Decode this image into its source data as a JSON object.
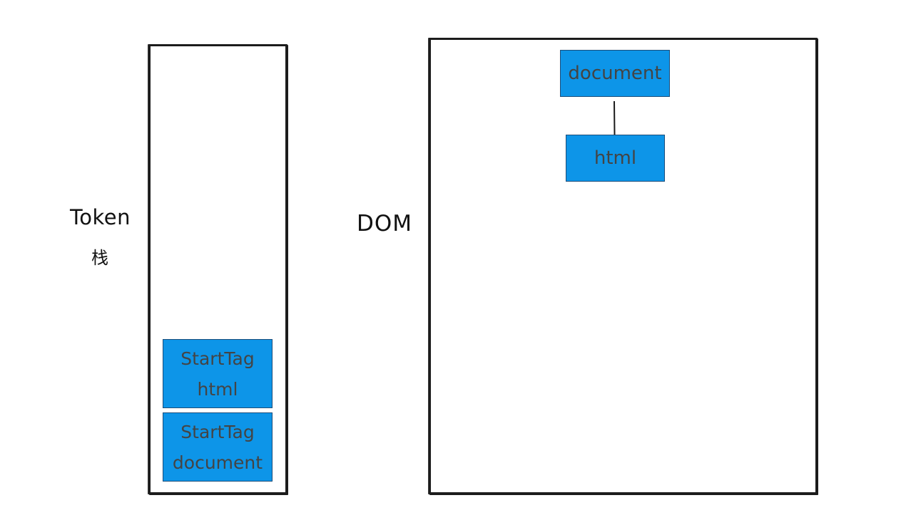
{
  "labels": {
    "token": "Token",
    "stack": "栈",
    "dom": "DOM"
  },
  "token_stack": {
    "items": [
      {
        "line1": "StartTag",
        "line2": "html"
      },
      {
        "line1": "StartTag",
        "line2": "document"
      }
    ]
  },
  "dom_tree": {
    "nodes": [
      {
        "label": "document"
      },
      {
        "label": "html"
      }
    ],
    "edges": [
      {
        "from": "document",
        "to": "html"
      }
    ]
  },
  "colors": {
    "node_fill": "#0d95e8",
    "node_border": "#1b4d7a",
    "node_text": "#444444",
    "frame_stroke": "#1c1c1c"
  }
}
